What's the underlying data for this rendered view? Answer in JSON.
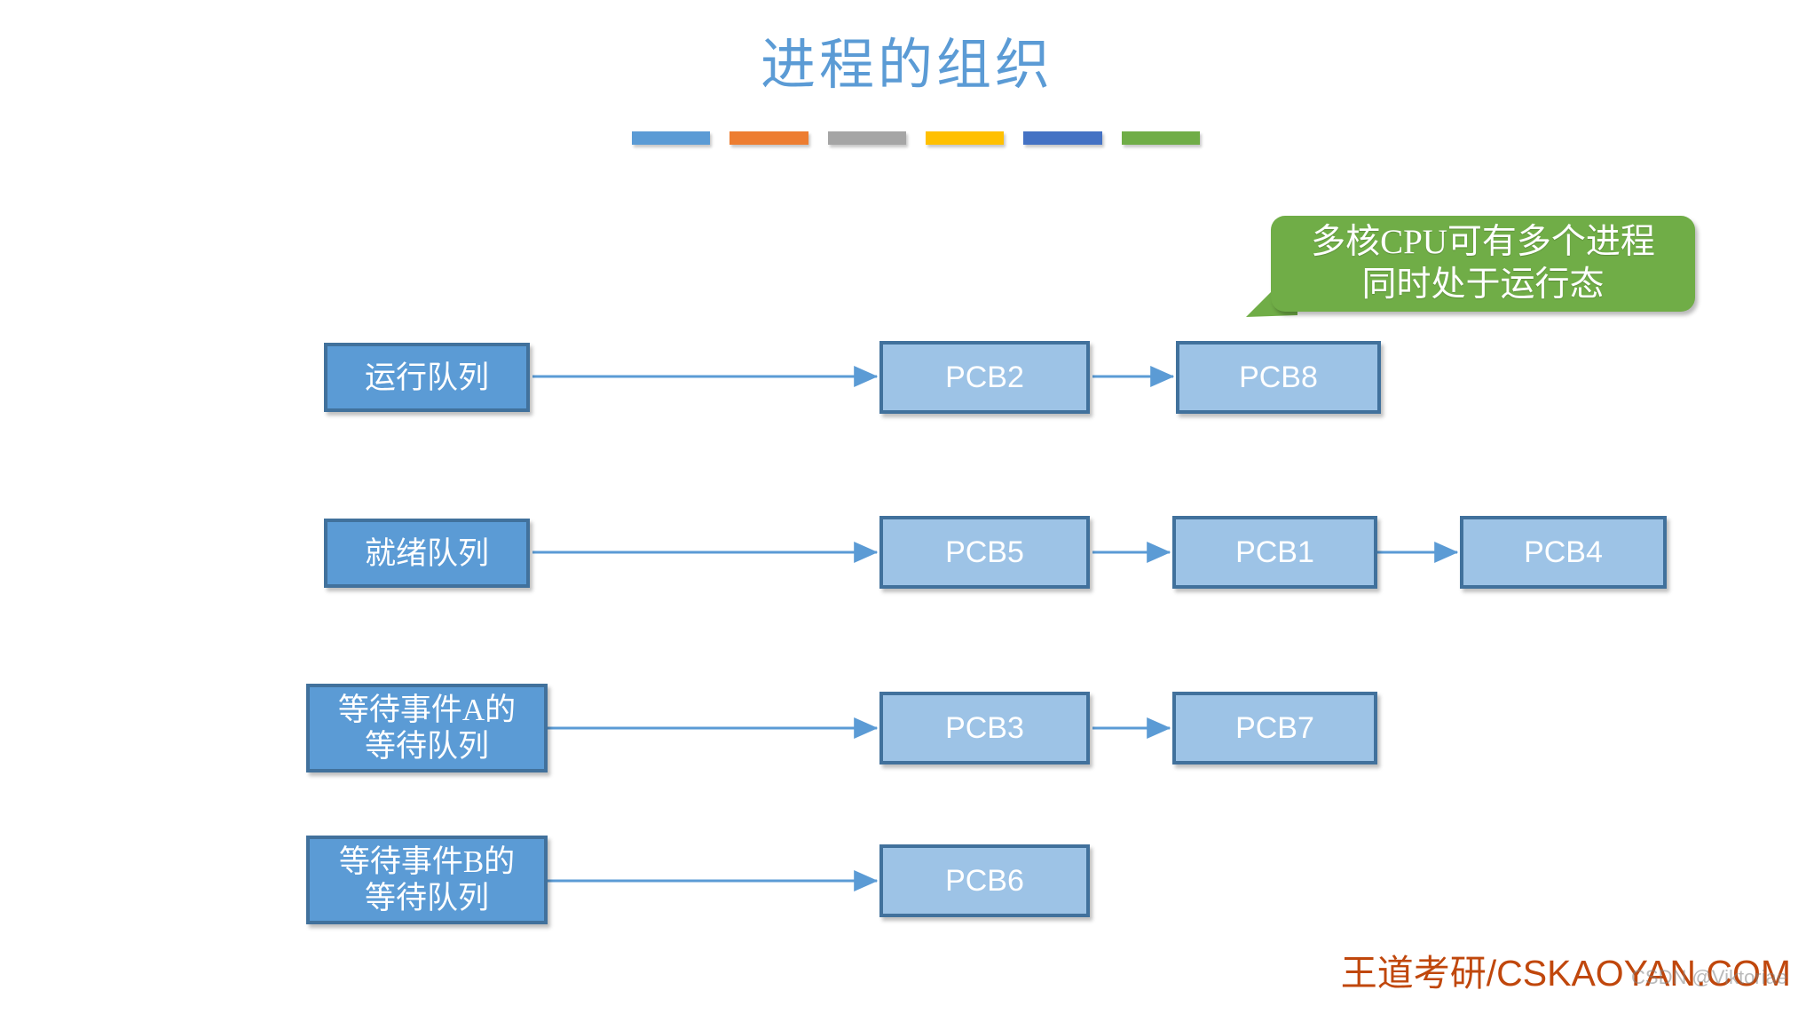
{
  "slide": {
    "title": "进程的组织",
    "title_color": "#5B9BD5",
    "background": "#ffffff"
  },
  "accent_bars": [
    {
      "name": "bar-blue-light",
      "color": "#5B9BD5"
    },
    {
      "name": "bar-orange",
      "color": "#ED7D31"
    },
    {
      "name": "bar-gray",
      "color": "#A5A5A5"
    },
    {
      "name": "bar-yellow",
      "color": "#FFC000"
    },
    {
      "name": "bar-blue-dark",
      "color": "#4472C4"
    },
    {
      "name": "bar-green",
      "color": "#70AD47"
    }
  ],
  "callout": {
    "text": "多核CPU可有多个进程\n同时处于运行态",
    "fill": "#70AD47",
    "text_color": "#ffffff"
  },
  "diagram": {
    "queue_fill": "#5B9BD5",
    "pcb_fill": "#9DC3E6",
    "border_color": "#41719C",
    "connector_color": "#5B9BD5",
    "rows": [
      {
        "id": "running-queue",
        "queue_label": "运行队列",
        "pcbs": [
          "PCB2",
          "PCB8"
        ]
      },
      {
        "id": "ready-queue",
        "queue_label": "就绪队列",
        "pcbs": [
          "PCB5",
          "PCB1",
          "PCB4"
        ]
      },
      {
        "id": "wait-queue-a",
        "queue_label": "等待事件A的\n等待队列",
        "pcbs": [
          "PCB3",
          "PCB7"
        ]
      },
      {
        "id": "wait-queue-b",
        "queue_label": "等待事件B的\n等待队列",
        "pcbs": [
          "PCB6"
        ]
      }
    ]
  },
  "watermarks": {
    "brand": "王道考研/CSKAOYAN.COM",
    "brand_color": "#C0470C",
    "csdn": "CSDN @Viktoriae"
  }
}
